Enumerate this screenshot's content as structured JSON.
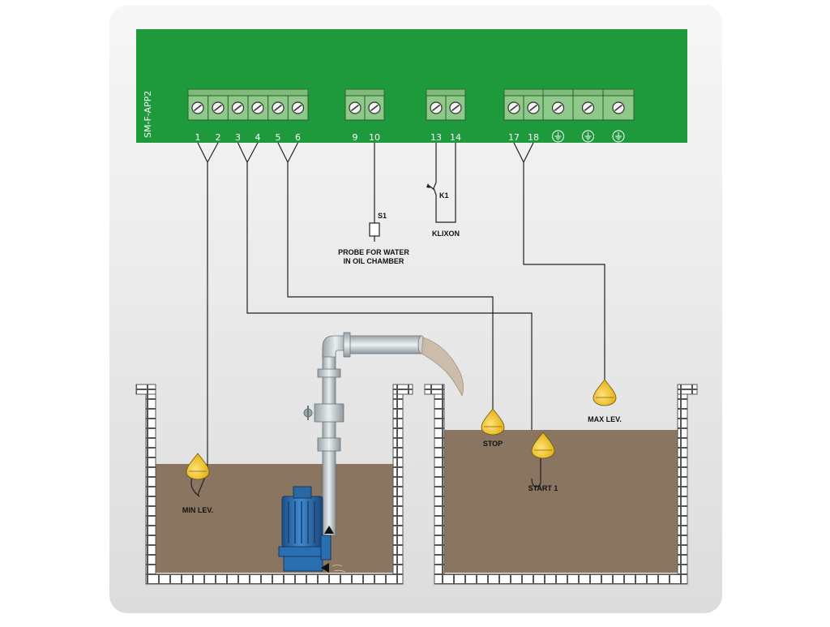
{
  "board": {
    "label": "SM-F-APP2",
    "terminals": [
      "1",
      "2",
      "3",
      "4",
      "5",
      "6",
      "9",
      "10",
      "13",
      "14",
      "17",
      "18"
    ]
  },
  "probe": {
    "code": "S1",
    "label_line1": "PROBE FOR WATER",
    "label_line2": "IN OIL CHAMBER"
  },
  "klixon": {
    "code": "K1",
    "label": "KLIXON"
  },
  "floats": {
    "min": "MIN LEV.",
    "stop": "STOP",
    "start": "START 1",
    "max": "MAX LEV."
  },
  "colors": {
    "board": "#1e9a3c",
    "terminal_block": "#8fc98a",
    "float": "#f2c21a",
    "liquid": "#8a7560",
    "pump": "#2a6fb0",
    "background_panel": "#e9e9ea"
  },
  "icons": [
    "ground-icon",
    "screw-icon",
    "float-switch-icon",
    "pump-icon",
    "valve-icon"
  ]
}
